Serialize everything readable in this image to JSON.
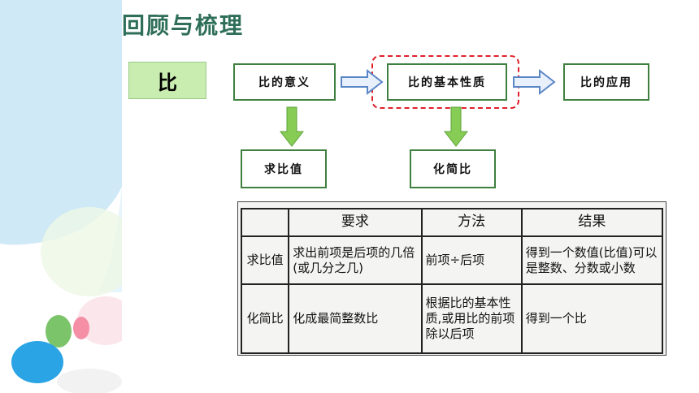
{
  "page": {
    "title": "回顾与梳理"
  },
  "diagram": {
    "root": "比",
    "nodes": {
      "meaning": "比的意义",
      "property": "比的基本性质",
      "application": "比的应用",
      "find_value": "求比值",
      "simplify": "化简比"
    }
  },
  "table": {
    "headers": [
      "",
      "要求",
      "方法",
      "结果"
    ],
    "rows": [
      {
        "label": "求比值",
        "requirement": "求出前项是后项的几倍(或几分之几)",
        "method": "前项÷后项",
        "result": "得到一个数值(比值)可以是整数、分数或小数"
      },
      {
        "label": "化简比",
        "requirement": "化成最简整数比",
        "method": "根据比的基本性质,或用比的前项除以后项",
        "result": "得到一个比"
      }
    ]
  },
  "colors": {
    "title": "#2f6f59",
    "box_border": "#3f7f3f",
    "root_fill": "#c9ecb0",
    "highlight": "#e0202a",
    "arrow_blue": "#5b86c6",
    "arrow_green": "#7ec44a"
  }
}
